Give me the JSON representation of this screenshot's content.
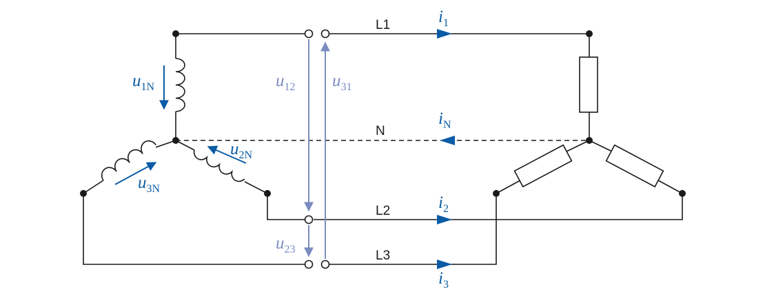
{
  "labels": {
    "L1": "L1",
    "N": "N",
    "L2": "L2",
    "L3": "L3"
  },
  "currents": {
    "i1": {
      "symbol": "i",
      "sub": "1"
    },
    "iN": {
      "symbol": "i",
      "sub": "N"
    },
    "i2": {
      "symbol": "i",
      "sub": "2"
    },
    "i3": {
      "symbol": "i",
      "sub": "3"
    }
  },
  "voltages": {
    "u1N": {
      "symbol": "u",
      "sub": "1N"
    },
    "u2N": {
      "symbol": "u",
      "sub": "2N"
    },
    "u3N": {
      "symbol": "u",
      "sub": "3N"
    },
    "u12": {
      "symbol": "u",
      "sub": "12"
    },
    "u31": {
      "symbol": "u",
      "sub": "31"
    },
    "u23": {
      "symbol": "u",
      "sub": "23"
    }
  },
  "colors": {
    "wire": "#1a1a1a",
    "phase_arrow": "#0b5ba5",
    "line_voltage_arrow": "#7b8cc0"
  }
}
